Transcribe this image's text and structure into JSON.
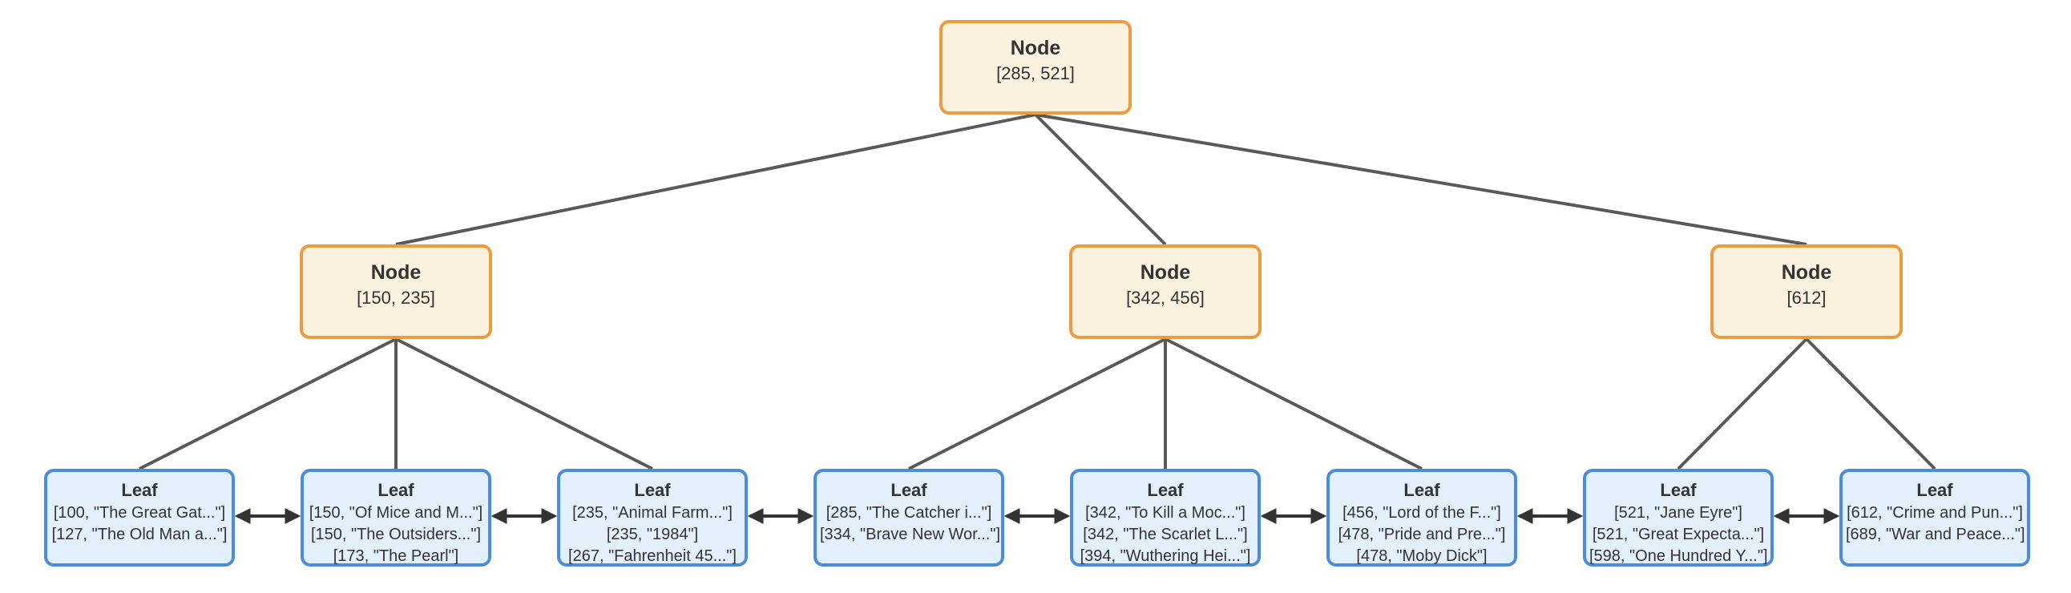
{
  "diagram": {
    "type": "b-plus-tree",
    "background": "#FFFFFF",
    "colors": {
      "internal_fill": "#FBF1DF",
      "internal_border": "#EE9A3F",
      "leaf_fill": "#E3F0FB",
      "leaf_border": "#4A8EDB",
      "edge_line": "#595959",
      "sibling_arrow": "#333333",
      "text": "#333333"
    },
    "nodes": [
      {
        "id": "root",
        "label": "Node",
        "keys": "[285, 521]"
      },
      {
        "id": "n1",
        "label": "Node",
        "keys": "[150, 235]"
      },
      {
        "id": "n2",
        "label": "Node",
        "keys": "[342, 456]"
      },
      {
        "id": "n3",
        "label": "Node",
        "keys": "[612]"
      }
    ],
    "leaves": [
      {
        "id": "l1",
        "label": "Leaf",
        "entries": [
          "[100, \"The Great Gat...\"]",
          "[127, \"The Old Man a...\"]"
        ]
      },
      {
        "id": "l2",
        "label": "Leaf",
        "entries": [
          "[150, \"Of Mice and M...\"]",
          "[150, \"The Outsiders...\"]",
          "[173, \"The Pearl\"]"
        ]
      },
      {
        "id": "l3",
        "label": "Leaf",
        "entries": [
          "[235, \"Animal Farm...\"]",
          "[235, \"1984\"]",
          "[267, \"Fahrenheit 45...\"]"
        ]
      },
      {
        "id": "l4",
        "label": "Leaf",
        "entries": [
          "[285, \"The Catcher i...\"]",
          "[334, \"Brave New Wor...\"]"
        ]
      },
      {
        "id": "l5",
        "label": "Leaf",
        "entries": [
          "[342, \"To Kill a Moc...\"]",
          "[342, \"The Scarlet L...\"]",
          "[394, \"Wuthering Hei...\"]"
        ]
      },
      {
        "id": "l6",
        "label": "Leaf",
        "entries": [
          "[456, \"Lord of the F...\"]",
          "[478, \"Pride and Pre...\"]",
          "[478, \"Moby Dick\"]"
        ]
      },
      {
        "id": "l7",
        "label": "Leaf",
        "entries": [
          "[521, \"Jane Eyre\"]",
          "[521, \"Great Expecta...\"]",
          "[598, \"One Hundred Y...\"]"
        ]
      },
      {
        "id": "l8",
        "label": "Leaf",
        "entries": [
          "[612, \"Crime and Pun...\"]",
          "[689, \"War and Peace...\"]"
        ]
      }
    ],
    "edges": [
      [
        "root",
        "n1"
      ],
      [
        "root",
        "n2"
      ],
      [
        "root",
        "n3"
      ],
      [
        "n1",
        "l1"
      ],
      [
        "n1",
        "l2"
      ],
      [
        "n1",
        "l3"
      ],
      [
        "n2",
        "l4"
      ],
      [
        "n2",
        "l5"
      ],
      [
        "n2",
        "l6"
      ],
      [
        "n3",
        "l7"
      ],
      [
        "n3",
        "l8"
      ]
    ],
    "sibling_links": [
      [
        "l1",
        "l2"
      ],
      [
        "l2",
        "l3"
      ],
      [
        "l3",
        "l4"
      ],
      [
        "l4",
        "l5"
      ],
      [
        "l5",
        "l6"
      ],
      [
        "l6",
        "l7"
      ],
      [
        "l7",
        "l8"
      ]
    ]
  }
}
